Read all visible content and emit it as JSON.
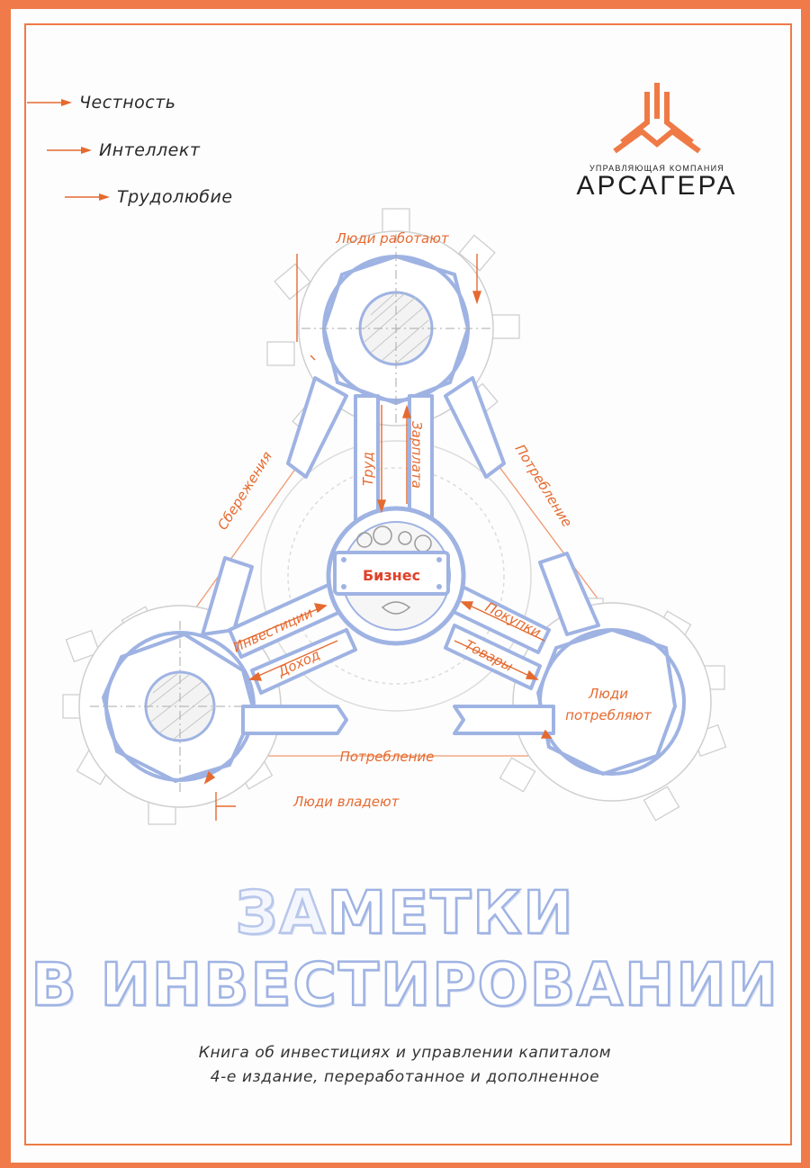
{
  "values_list": {
    "items": [
      {
        "label": "Честность"
      },
      {
        "label": "Интеллект"
      },
      {
        "label": "Трудолюбие"
      }
    ]
  },
  "logo": {
    "subtitle": "УПРАВЛЯЮЩАЯ КОМПАНИЯ",
    "name": "АРСАГЕРА"
  },
  "diagram": {
    "center_label": "Бизнес",
    "top_gear_label": "Люди работают",
    "left_gear_label": "Люди владеют",
    "right_gear_label_line1": "Люди",
    "right_gear_label_line2": "потребляют",
    "arrow_labels": {
      "labor": "Труд",
      "salary": "Зарплата",
      "savings": "Сбережения",
      "consumption_right": "Потребление",
      "investments": "Инвестиции",
      "income": "Доход",
      "purchases": "Покупки",
      "goods": "Товары",
      "consumption_bottom": "Потребление"
    }
  },
  "title": {
    "line1_accent": "ЗА",
    "line1_rest": "МЕТКИ",
    "line2": "В ИНВЕСТИРОВАНИИ"
  },
  "subtitle": {
    "line1": "Книга об инвестициях и управлении капиталом",
    "line2": "4-е издание, переработанное и дополненное"
  },
  "colors": {
    "border_orange": "#ef7a46",
    "diagram_blue": "#9fb3e3",
    "label_orange": "#e56a30",
    "center_red": "#e0412a"
  }
}
